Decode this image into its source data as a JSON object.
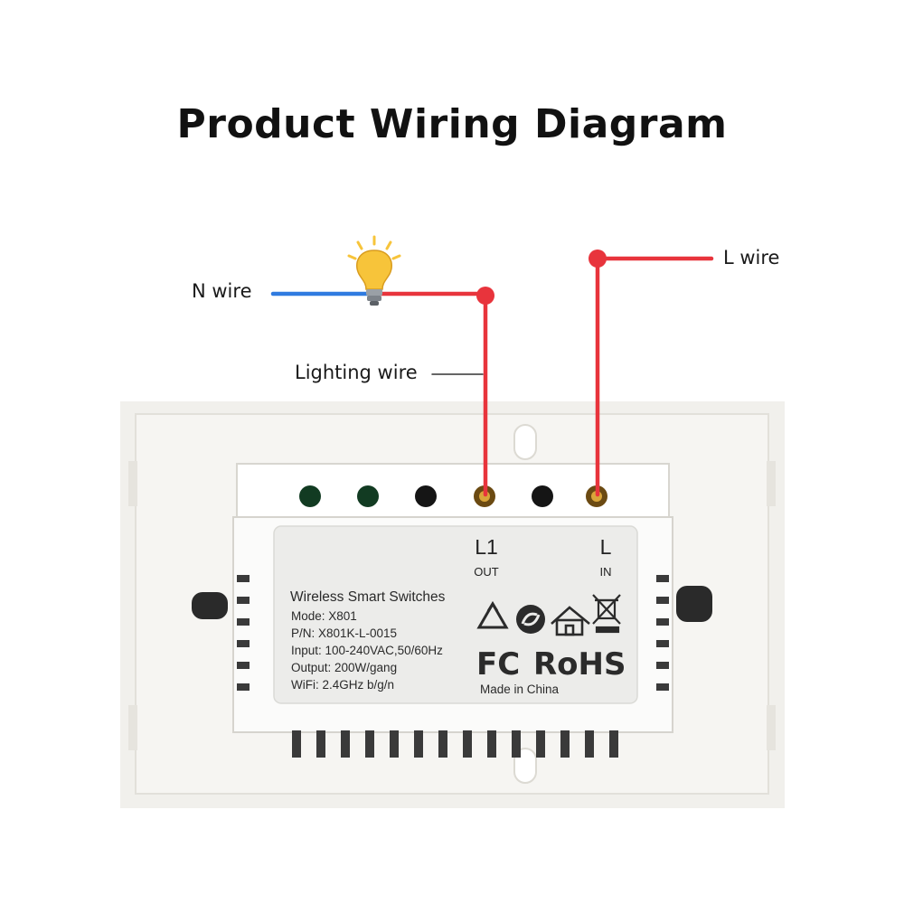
{
  "title": "Product Wiring Diagram",
  "labels": {
    "n_wire": "N wire",
    "l_wire": "L wire",
    "lighting_wire": "Lighting wire"
  },
  "terminals": {
    "out_label": "L1",
    "out_sub": "OUT",
    "in_label": "L",
    "in_sub": "IN"
  },
  "spec_label": {
    "name": "Wireless Smart Switches",
    "mode": "Mode: X801",
    "pn": "P/N: X801K-L-0015",
    "input": "Input: 100-240VAC,50/60Hz",
    "output": "Output: 200W/gang",
    "wifi": "WiFi: 2.4GHz b/g/n",
    "made_in": "Made in China"
  },
  "logos": {
    "fc": "FC",
    "rohs": "RoHS"
  },
  "colors": {
    "neutral_wire": "#2f7be0",
    "live_wire": "#e8343c",
    "bulb": "#f7c43a"
  },
  "icons": [
    "light-bulb-icon",
    "recycle-icon",
    "green-dot-icon",
    "house-icon",
    "weee-bin-icon"
  ]
}
